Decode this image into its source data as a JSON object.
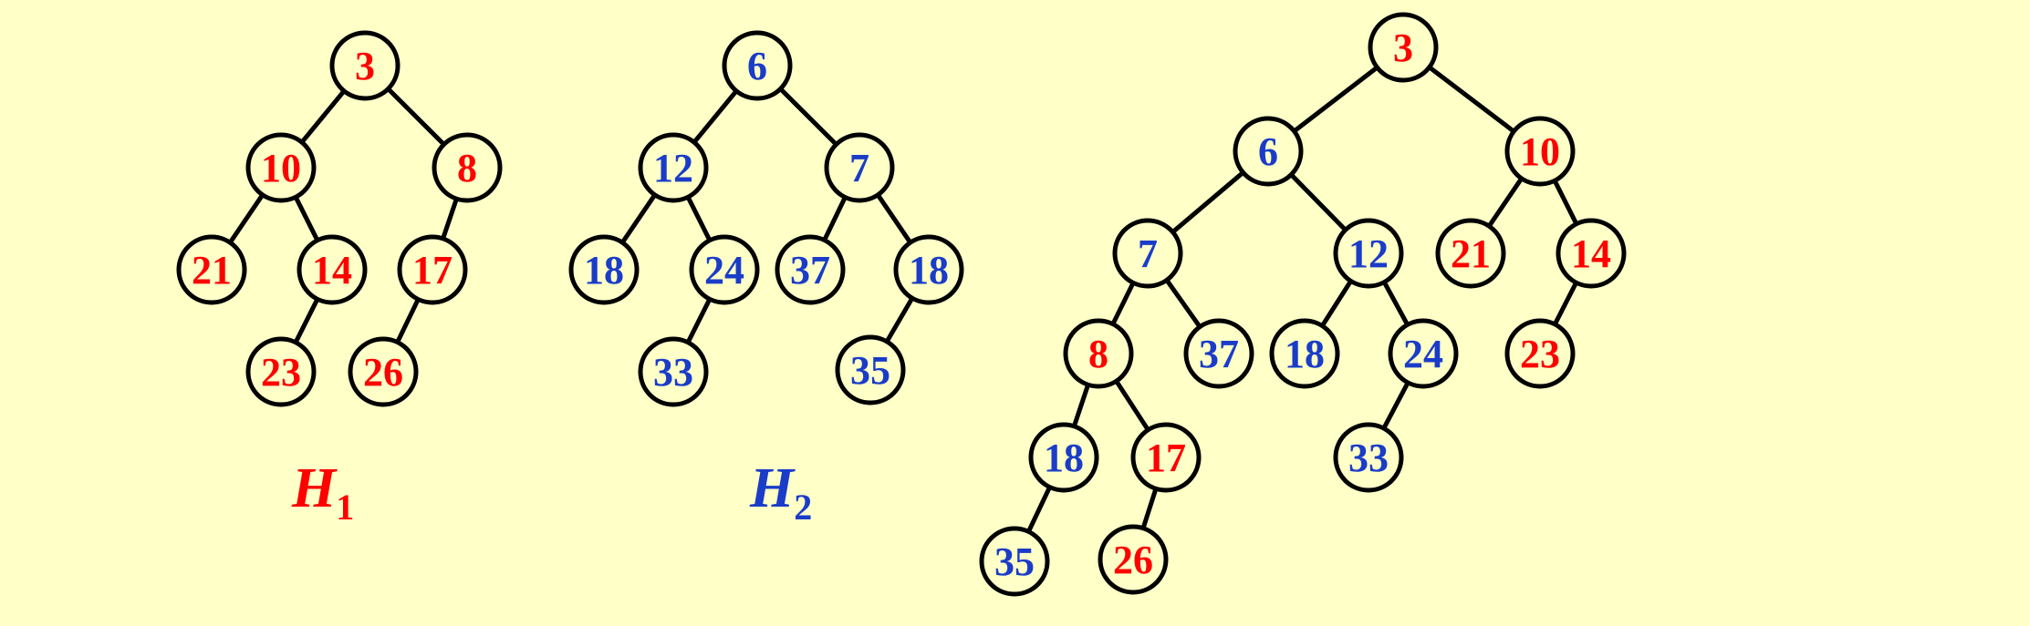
{
  "colors": {
    "background": "#FFFFC8",
    "red": "#FF0000",
    "blue": "#1A3CC8",
    "edge": "#000000"
  },
  "labels": {
    "h1": {
      "letter": "H",
      "sub": "1",
      "color": "red"
    },
    "h2": {
      "letter": "H",
      "sub": "2",
      "color": "blue"
    }
  },
  "trees": [
    {
      "name": "h1",
      "nodes": [
        {
          "id": "a1",
          "value": "3",
          "color": "red"
        },
        {
          "id": "a2",
          "value": "10",
          "color": "red"
        },
        {
          "id": "a3",
          "value": "8",
          "color": "red"
        },
        {
          "id": "a4",
          "value": "21",
          "color": "red"
        },
        {
          "id": "a5",
          "value": "14",
          "color": "red"
        },
        {
          "id": "a6",
          "value": "17",
          "color": "red"
        },
        {
          "id": "a7",
          "value": "23",
          "color": "red"
        },
        {
          "id": "a8",
          "value": "26",
          "color": "red"
        }
      ],
      "edges": [
        [
          "a1",
          "a2"
        ],
        [
          "a1",
          "a3"
        ],
        [
          "a2",
          "a4"
        ],
        [
          "a2",
          "a5"
        ],
        [
          "a3",
          "a6"
        ],
        [
          "a5",
          "a7"
        ],
        [
          "a6",
          "a8"
        ]
      ]
    },
    {
      "name": "h2",
      "nodes": [
        {
          "id": "b1",
          "value": "6",
          "color": "blue"
        },
        {
          "id": "b2",
          "value": "12",
          "color": "blue"
        },
        {
          "id": "b3",
          "value": "7",
          "color": "blue"
        },
        {
          "id": "b4",
          "value": "18",
          "color": "blue"
        },
        {
          "id": "b5",
          "value": "24",
          "color": "blue"
        },
        {
          "id": "b6",
          "value": "37",
          "color": "blue"
        },
        {
          "id": "b7",
          "value": "18",
          "color": "blue"
        },
        {
          "id": "b8",
          "value": "33",
          "color": "blue"
        },
        {
          "id": "b9",
          "value": "35",
          "color": "blue"
        }
      ],
      "edges": [
        [
          "b1",
          "b2"
        ],
        [
          "b1",
          "b3"
        ],
        [
          "b2",
          "b4"
        ],
        [
          "b2",
          "b5"
        ],
        [
          "b3",
          "b6"
        ],
        [
          "b3",
          "b7"
        ],
        [
          "b5",
          "b8"
        ],
        [
          "b7",
          "b9"
        ]
      ]
    },
    {
      "name": "merged",
      "nodes": [
        {
          "id": "c1",
          "value": "3",
          "color": "red"
        },
        {
          "id": "c2",
          "value": "6",
          "color": "blue"
        },
        {
          "id": "c3",
          "value": "10",
          "color": "red"
        },
        {
          "id": "c4",
          "value": "7",
          "color": "blue"
        },
        {
          "id": "c5",
          "value": "12",
          "color": "blue"
        },
        {
          "id": "c6",
          "value": "21",
          "color": "red"
        },
        {
          "id": "c7",
          "value": "14",
          "color": "red"
        },
        {
          "id": "c8",
          "value": "8",
          "color": "red"
        },
        {
          "id": "c9",
          "value": "37",
          "color": "blue"
        },
        {
          "id": "c10",
          "value": "18",
          "color": "blue"
        },
        {
          "id": "c11",
          "value": "24",
          "color": "blue"
        },
        {
          "id": "c12",
          "value": "23",
          "color": "red"
        },
        {
          "id": "c13",
          "value": "18",
          "color": "blue"
        },
        {
          "id": "c14",
          "value": "17",
          "color": "red"
        },
        {
          "id": "c15",
          "value": "33",
          "color": "blue"
        },
        {
          "id": "c16",
          "value": "35",
          "color": "blue"
        },
        {
          "id": "c17",
          "value": "26",
          "color": "red"
        }
      ],
      "edges": [
        [
          "c1",
          "c2"
        ],
        [
          "c1",
          "c3"
        ],
        [
          "c2",
          "c4"
        ],
        [
          "c2",
          "c5"
        ],
        [
          "c3",
          "c6"
        ],
        [
          "c3",
          "c7"
        ],
        [
          "c4",
          "c8"
        ],
        [
          "c4",
          "c9"
        ],
        [
          "c5",
          "c10"
        ],
        [
          "c5",
          "c11"
        ],
        [
          "c7",
          "c12"
        ],
        [
          "c8",
          "c13"
        ],
        [
          "c8",
          "c14"
        ],
        [
          "c11",
          "c15"
        ],
        [
          "c13",
          "c16"
        ],
        [
          "c14",
          "c17"
        ]
      ]
    }
  ]
}
